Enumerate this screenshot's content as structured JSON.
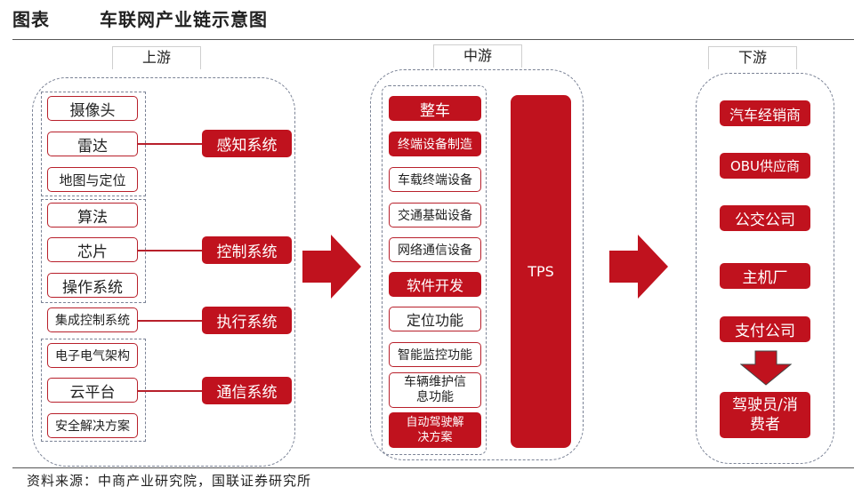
{
  "header": {
    "label": "图表",
    "title": "车联网产业链示意图"
  },
  "source": "资料来源：中商产业研究院，国联证券研究所",
  "upstream": {
    "label": "上游",
    "groups": [
      {
        "items": [
          "摄像头",
          "雷达",
          "地图与定位"
        ],
        "system": "感知系统"
      },
      {
        "items": [
          "算法",
          "芯片",
          "操作系统"
        ],
        "system": "控制系统"
      },
      {
        "items": [
          "集成控制系统"
        ],
        "system": "执行系统"
      },
      {
        "items": [
          "电子电气架构",
          "云平台",
          "安全解决方案"
        ],
        "system": "通信系统"
      }
    ]
  },
  "midstream": {
    "label": "中游",
    "items": [
      "整车",
      "终端设备制造",
      "车载终端设备",
      "交通基础设备",
      "网络通信设备",
      "软件开发",
      "定位功能",
      "智能监控功能",
      "车辆维护信息功能",
      "自动驾驶解决方案"
    ],
    "tps": "TPS"
  },
  "downstream": {
    "label": "下游",
    "items": [
      "汽车经销商",
      "OBU供应商",
      "公交公司",
      "主机厂",
      "支付公司"
    ],
    "result": "驾驶员/消费者"
  },
  "colors": {
    "accent": "#c0121e",
    "dash": "#7b8396"
  }
}
